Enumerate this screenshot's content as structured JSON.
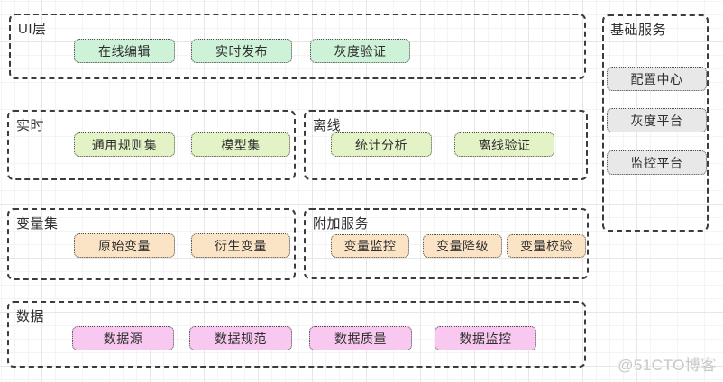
{
  "sections": {
    "ui": {
      "label": "UI层",
      "items": [
        "在线编辑",
        "实时发布",
        "灰度验证"
      ]
    },
    "realtime": {
      "label": "实时",
      "items": [
        "通用规则集",
        "模型集"
      ]
    },
    "offline": {
      "label": "离线",
      "items": [
        "统计分析",
        "离线验证"
      ]
    },
    "variables": {
      "label": "变量集",
      "items": [
        "原始变量",
        "衍生变量"
      ]
    },
    "addons": {
      "label": "附加服务",
      "items": [
        "变量监控",
        "变量降级",
        "变量校验"
      ]
    },
    "data": {
      "label": "数据",
      "items": [
        "数据源",
        "数据规范",
        "数据质量",
        "数据监控"
      ]
    },
    "base": {
      "label": "基础服务",
      "items": [
        "配置中心",
        "灰度平台",
        "监控平台"
      ]
    }
  },
  "watermark": "@51CTO博客",
  "colors": {
    "mint": "#cdf2d8",
    "lime": "#e3f3c5",
    "orange": "#fbe3c5",
    "pink": "#f8c8f1",
    "gray": "#e8e8e8"
  }
}
